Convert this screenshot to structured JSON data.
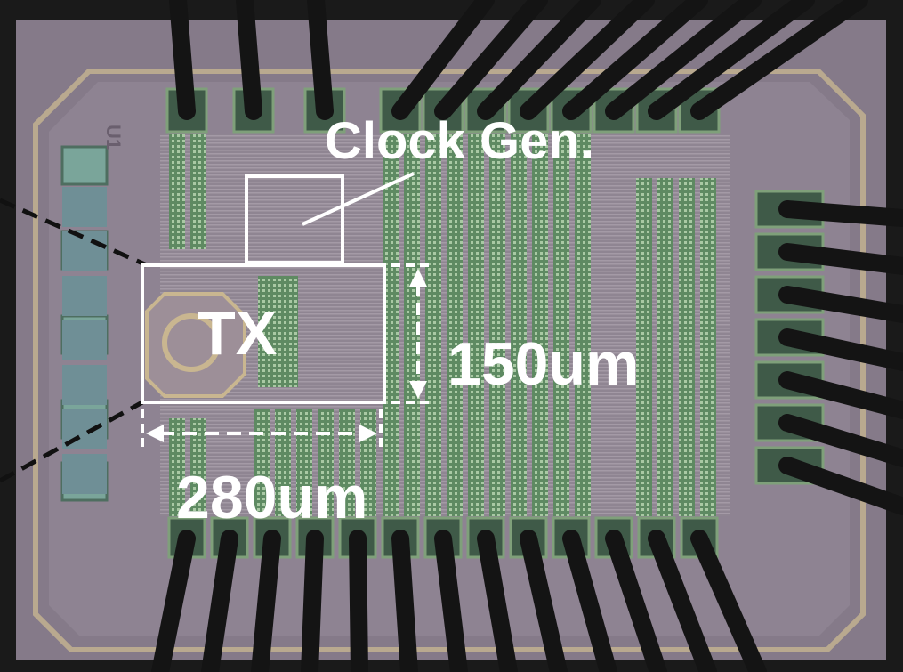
{
  "annotations": {
    "clock_gen": "Clock Gen.",
    "tx": "TX",
    "height_dim": "150um",
    "width_dim": "280um",
    "die_marking": "U1"
  },
  "colors": {
    "die": "#8a7f8e",
    "die_inner": "#978c98",
    "metal_green": "#6f9a6a",
    "pad": "#3f5a48",
    "wire": "#141414",
    "annotation": "#ffffff"
  }
}
